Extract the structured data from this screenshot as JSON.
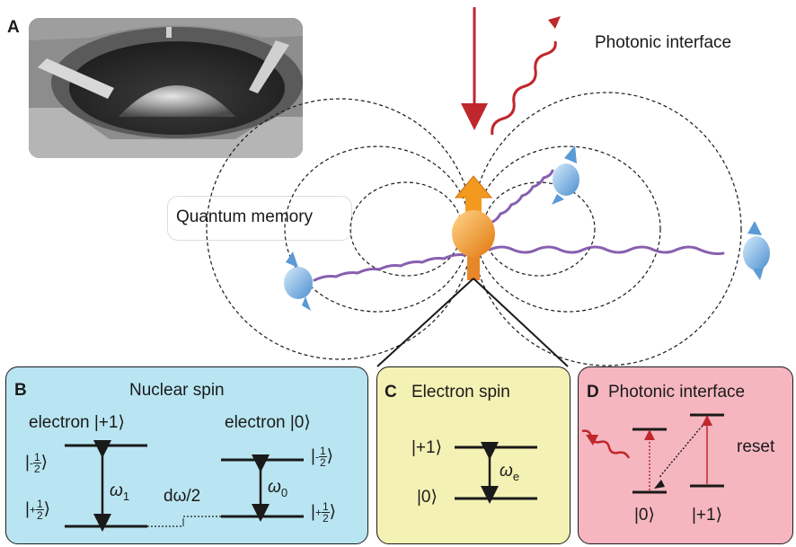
{
  "panels": {
    "a": {
      "letter": "A"
    },
    "b": {
      "letter": "B",
      "title": "Nuclear spin",
      "electron_plus1": "electron |+1⟩",
      "electron_0": "electron |0⟩",
      "ket_m": "|",
      "half": "1",
      "two": "2",
      "minus_sign": "-",
      "plus_sign": "+",
      "ket_close": "⟩",
      "omega1": "ω",
      "omega1_sub": "1",
      "omega0": "ω",
      "omega0_sub": "0",
      "domega": "dω/2"
    },
    "c": {
      "letter": "C",
      "title": "Electron spin",
      "ket_plus1": "|+1⟩",
      "ket_0": "|0⟩",
      "omega_e": "ω",
      "omega_e_sub": "e"
    },
    "d": {
      "letter": "D",
      "title": "Photonic interface",
      "reset": "reset",
      "ket_0": "|0⟩",
      "ket_plus1": "|+1⟩"
    }
  },
  "labels": {
    "photonic_interface": "Photonic interface",
    "quantum_memory": "Quantum memory"
  },
  "colors": {
    "panel_b_bg": "#b9e5f2",
    "panel_c_bg": "#f4f1b4",
    "panel_d_bg": "#f5b6c0",
    "arrow_red": "#c0272d",
    "wave_purple": "#7b4fa6",
    "electron_orange": "#f39a1e",
    "nuclear_blue": "#6fa9dc"
  }
}
